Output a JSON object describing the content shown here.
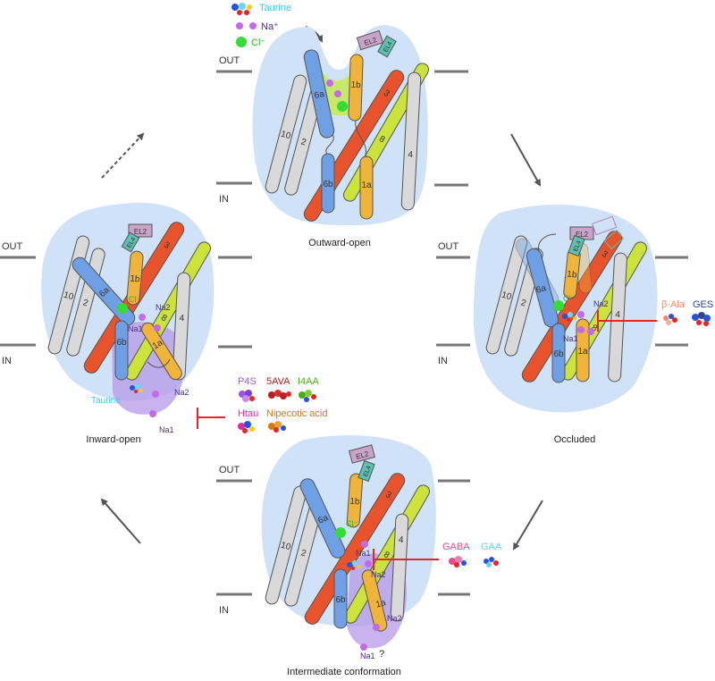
{
  "legend": {
    "taurine": "Taurine",
    "sodium": "Na⁺",
    "chloride": "Cl⁻"
  },
  "membrane": {
    "out": "OUT",
    "in": "IN"
  },
  "states": {
    "outward_open": "Outward-open",
    "occluded": "Occluded",
    "intermediate": "Intermediate conformation",
    "inward_open": "Inward-open"
  },
  "helices": {
    "h1a": "1a",
    "h1b": "1b",
    "h2": "2",
    "h3": "3",
    "h4": "4",
    "h6a": "6a",
    "h6b": "6b",
    "h8": "8",
    "h10": "10",
    "el2": "EL2",
    "el4": "EL4"
  },
  "ions": {
    "na1": "Na1",
    "na2": "Na2",
    "cl": "Cl⁻",
    "question": "?"
  },
  "ligands": {
    "b_ala": "β-Ala",
    "ges": "GES",
    "gaba": "GABA",
    "gaa": "GAA",
    "p4s": "P4S",
    "ava5": "5AVA",
    "i4aa": "I4AA",
    "htau": "Htau",
    "nipecotic": "Nipecotic acid",
    "taurine": "Taurine"
  },
  "colors": {
    "membrane_blob": "#cfe2f7",
    "helix_grey": "#d9d9d9",
    "helix_blue": "#6fa0e6",
    "helix_orange": "#f0b43a",
    "helix_red": "#e8532b",
    "helix_yellow_green": "#cbe33a",
    "el2": "#c9a3c9",
    "el4": "#5ec0b0",
    "inhibitor_bar": "#e8252b",
    "sodium": "#c36ae8",
    "chloride": "#33dd33",
    "cavity_green": "#c8e86a",
    "cavity_purple": "#b59ae8"
  }
}
